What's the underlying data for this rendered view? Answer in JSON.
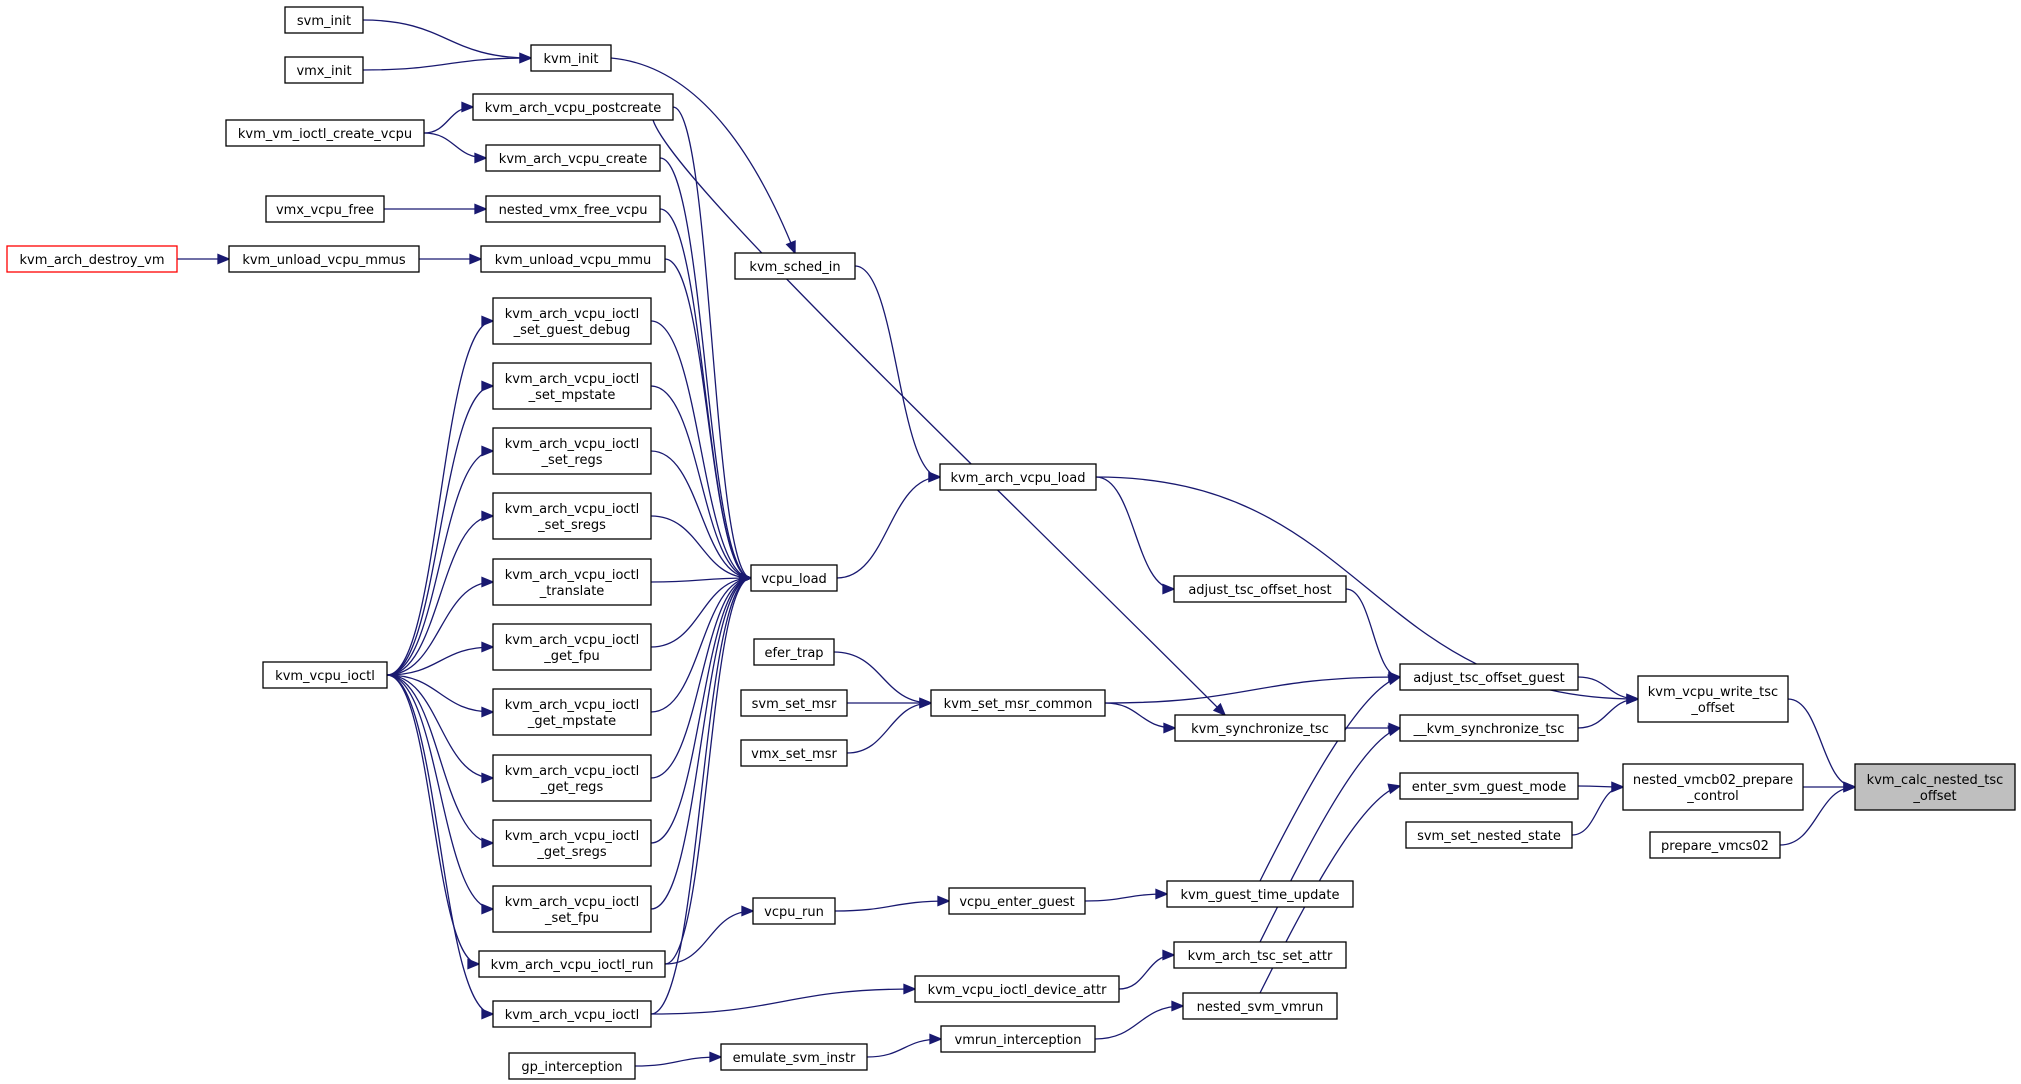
{
  "graph": {
    "colors": {
      "edge": "#191970",
      "node_border": "#000000",
      "truncated_border": "#ff0000",
      "highlight_fill": "#bfbfbf",
      "background": "#ffffff"
    },
    "nodes": [
      {
        "id": "svm_init",
        "lines": [
          "svm_init"
        ]
      },
      {
        "id": "vmx_init",
        "lines": [
          "vmx_init"
        ]
      },
      {
        "id": "kvm_init",
        "lines": [
          "kvm_init"
        ]
      },
      {
        "id": "kvm_vm_ioctl_create_vcpu",
        "lines": [
          "kvm_vm_ioctl_create_vcpu"
        ]
      },
      {
        "id": "kvm_arch_vcpu_postcreate",
        "lines": [
          "kvm_arch_vcpu_postcreate"
        ]
      },
      {
        "id": "kvm_arch_vcpu_create",
        "lines": [
          "kvm_arch_vcpu_create"
        ]
      },
      {
        "id": "vmx_vcpu_free",
        "lines": [
          "vmx_vcpu_free"
        ]
      },
      {
        "id": "nested_vmx_free_vcpu",
        "lines": [
          "nested_vmx_free_vcpu"
        ]
      },
      {
        "id": "kvm_arch_destroy_vm",
        "lines": [
          "kvm_arch_destroy_vm"
        ],
        "truncated": true
      },
      {
        "id": "kvm_unload_vcpu_mmus",
        "lines": [
          "kvm_unload_vcpu_mmus"
        ]
      },
      {
        "id": "kvm_unload_vcpu_mmu",
        "lines": [
          "kvm_unload_vcpu_mmu"
        ]
      },
      {
        "id": "kvm_sched_in",
        "lines": [
          "kvm_sched_in"
        ]
      },
      {
        "id": "ioctl_set_guest_debug",
        "lines": [
          "kvm_arch_vcpu_ioctl",
          "_set_guest_debug"
        ]
      },
      {
        "id": "ioctl_set_mpstate",
        "lines": [
          "kvm_arch_vcpu_ioctl",
          "_set_mpstate"
        ]
      },
      {
        "id": "ioctl_set_regs",
        "lines": [
          "kvm_arch_vcpu_ioctl",
          "_set_regs"
        ]
      },
      {
        "id": "ioctl_set_sregs",
        "lines": [
          "kvm_arch_vcpu_ioctl",
          "_set_sregs"
        ]
      },
      {
        "id": "ioctl_translate",
        "lines": [
          "kvm_arch_vcpu_ioctl",
          "_translate"
        ]
      },
      {
        "id": "ioctl_get_fpu",
        "lines": [
          "kvm_arch_vcpu_ioctl",
          "_get_fpu"
        ]
      },
      {
        "id": "ioctl_get_mpstate",
        "lines": [
          "kvm_arch_vcpu_ioctl",
          "_get_mpstate"
        ]
      },
      {
        "id": "ioctl_get_regs",
        "lines": [
          "kvm_arch_vcpu_ioctl",
          "_get_regs"
        ]
      },
      {
        "id": "ioctl_get_sregs",
        "lines": [
          "kvm_arch_vcpu_ioctl",
          "_get_sregs"
        ]
      },
      {
        "id": "ioctl_set_fpu",
        "lines": [
          "kvm_arch_vcpu_ioctl",
          "_set_fpu"
        ]
      },
      {
        "id": "kvm_arch_vcpu_ioctl_run",
        "lines": [
          "kvm_arch_vcpu_ioctl_run"
        ]
      },
      {
        "id": "kvm_arch_vcpu_ioctl",
        "lines": [
          "kvm_arch_vcpu_ioctl"
        ]
      },
      {
        "id": "kvm_vcpu_ioctl",
        "lines": [
          "kvm_vcpu_ioctl"
        ]
      },
      {
        "id": "vcpu_load",
        "lines": [
          "vcpu_load"
        ]
      },
      {
        "id": "kvm_arch_vcpu_load",
        "lines": [
          "kvm_arch_vcpu_load"
        ]
      },
      {
        "id": "adjust_tsc_offset_host",
        "lines": [
          "adjust_tsc_offset_host"
        ]
      },
      {
        "id": "efer_trap",
        "lines": [
          "efer_trap"
        ]
      },
      {
        "id": "svm_set_msr",
        "lines": [
          "svm_set_msr"
        ]
      },
      {
        "id": "vmx_set_msr",
        "lines": [
          "vmx_set_msr"
        ]
      },
      {
        "id": "kvm_set_msr_common",
        "lines": [
          "kvm_set_msr_common"
        ]
      },
      {
        "id": "kvm_synchronize_tsc",
        "lines": [
          "kvm_synchronize_tsc"
        ]
      },
      {
        "id": "adjust_tsc_offset_guest",
        "lines": [
          "adjust_tsc_offset_guest"
        ]
      },
      {
        "id": "__kvm_synchronize_tsc",
        "lines": [
          "__kvm_synchronize_tsc"
        ]
      },
      {
        "id": "enter_svm_guest_mode",
        "lines": [
          "enter_svm_guest_mode"
        ]
      },
      {
        "id": "svm_set_nested_state",
        "lines": [
          "svm_set_nested_state"
        ]
      },
      {
        "id": "kvm_vcpu_write_tsc_offset",
        "lines": [
          "kvm_vcpu_write_tsc",
          "_offset"
        ]
      },
      {
        "id": "nested_vmcb02_prepare_control",
        "lines": [
          "nested_vmcb02_prepare",
          "_control"
        ]
      },
      {
        "id": "prepare_vmcs02",
        "lines": [
          "prepare_vmcs02"
        ]
      },
      {
        "id": "kvm_calc_nested_tsc_offset",
        "lines": [
          "kvm_calc_nested_tsc",
          "_offset"
        ],
        "highlight": true
      },
      {
        "id": "vcpu_run",
        "lines": [
          "vcpu_run"
        ]
      },
      {
        "id": "vcpu_enter_guest",
        "lines": [
          "vcpu_enter_guest"
        ]
      },
      {
        "id": "kvm_guest_time_update",
        "lines": [
          "kvm_guest_time_update"
        ]
      },
      {
        "id": "kvm_arch_tsc_set_attr",
        "lines": [
          "kvm_arch_tsc_set_attr"
        ]
      },
      {
        "id": "kvm_vcpu_ioctl_device_attr",
        "lines": [
          "kvm_vcpu_ioctl_device_attr"
        ]
      },
      {
        "id": "nested_svm_vmrun",
        "lines": [
          "nested_svm_vmrun"
        ]
      },
      {
        "id": "vmrun_interception",
        "lines": [
          "vmrun_interception"
        ]
      },
      {
        "id": "emulate_svm_instr",
        "lines": [
          "emulate_svm_instr"
        ]
      },
      {
        "id": "gp_interception",
        "lines": [
          "gp_interception"
        ]
      }
    ],
    "edges": [
      [
        "svm_init",
        "kvm_init"
      ],
      [
        "vmx_init",
        "kvm_init"
      ],
      [
        "kvm_vm_ioctl_create_vcpu",
        "kvm_arch_vcpu_postcreate"
      ],
      [
        "kvm_vm_ioctl_create_vcpu",
        "kvm_arch_vcpu_create"
      ],
      [
        "vmx_vcpu_free",
        "nested_vmx_free_vcpu"
      ],
      [
        "kvm_arch_destroy_vm",
        "kvm_unload_vcpu_mmus"
      ],
      [
        "kvm_unload_vcpu_mmus",
        "kvm_unload_vcpu_mmu"
      ],
      [
        "kvm_init",
        "kvm_sched_in"
      ],
      [
        "kvm_arch_vcpu_postcreate",
        "vcpu_load"
      ],
      [
        "kvm_arch_vcpu_create",
        "vcpu_load"
      ],
      [
        "nested_vmx_free_vcpu",
        "vcpu_load"
      ],
      [
        "kvm_unload_vcpu_mmu",
        "vcpu_load"
      ],
      [
        "ioctl_set_guest_debug",
        "vcpu_load"
      ],
      [
        "ioctl_set_mpstate",
        "vcpu_load"
      ],
      [
        "ioctl_set_regs",
        "vcpu_load"
      ],
      [
        "ioctl_set_sregs",
        "vcpu_load"
      ],
      [
        "ioctl_translate",
        "vcpu_load"
      ],
      [
        "ioctl_get_fpu",
        "vcpu_load"
      ],
      [
        "ioctl_get_mpstate",
        "vcpu_load"
      ],
      [
        "ioctl_get_regs",
        "vcpu_load"
      ],
      [
        "ioctl_get_sregs",
        "vcpu_load"
      ],
      [
        "ioctl_set_fpu",
        "vcpu_load"
      ],
      [
        "kvm_arch_vcpu_ioctl_run",
        "vcpu_load"
      ],
      [
        "kvm_arch_vcpu_ioctl",
        "vcpu_load"
      ],
      [
        "kvm_vcpu_ioctl",
        "ioctl_set_guest_debug"
      ],
      [
        "kvm_vcpu_ioctl",
        "ioctl_set_mpstate"
      ],
      [
        "kvm_vcpu_ioctl",
        "ioctl_set_regs"
      ],
      [
        "kvm_vcpu_ioctl",
        "ioctl_set_sregs"
      ],
      [
        "kvm_vcpu_ioctl",
        "ioctl_translate"
      ],
      [
        "kvm_vcpu_ioctl",
        "ioctl_get_fpu"
      ],
      [
        "kvm_vcpu_ioctl",
        "ioctl_get_mpstate"
      ],
      [
        "kvm_vcpu_ioctl",
        "ioctl_get_regs"
      ],
      [
        "kvm_vcpu_ioctl",
        "ioctl_get_sregs"
      ],
      [
        "kvm_vcpu_ioctl",
        "ioctl_set_fpu"
      ],
      [
        "kvm_vcpu_ioctl",
        "kvm_arch_vcpu_ioctl_run"
      ],
      [
        "kvm_vcpu_ioctl",
        "kvm_arch_vcpu_ioctl"
      ],
      [
        "kvm_sched_in",
        "kvm_arch_vcpu_load"
      ],
      [
        "vcpu_load",
        "kvm_arch_vcpu_load"
      ],
      [
        "kvm_arch_vcpu_load",
        "adjust_tsc_offset_host"
      ],
      [
        "kvm_arch_vcpu_load",
        "kvm_vcpu_write_tsc_offset"
      ],
      [
        "efer_trap",
        "kvm_set_msr_common"
      ],
      [
        "svm_set_msr",
        "kvm_set_msr_common"
      ],
      [
        "vmx_set_msr",
        "kvm_set_msr_common"
      ],
      [
        "kvm_set_msr_common",
        "kvm_synchronize_tsc"
      ],
      [
        "kvm_set_msr_common",
        "adjust_tsc_offset_guest"
      ],
      [
        "kvm_arch_vcpu_postcreate",
        "kvm_synchronize_tsc"
      ],
      [
        "adjust_tsc_offset_host",
        "adjust_tsc_offset_guest"
      ],
      [
        "kvm_guest_time_update",
        "adjust_tsc_offset_guest"
      ],
      [
        "kvm_synchronize_tsc",
        "__kvm_synchronize_tsc"
      ],
      [
        "kvm_arch_tsc_set_attr",
        "__kvm_synchronize_tsc"
      ],
      [
        "adjust_tsc_offset_guest",
        "kvm_vcpu_write_tsc_offset"
      ],
      [
        "__kvm_synchronize_tsc",
        "kvm_vcpu_write_tsc_offset"
      ],
      [
        "enter_svm_guest_mode",
        "nested_vmcb02_prepare_control"
      ],
      [
        "svm_set_nested_state",
        "nested_vmcb02_prepare_control"
      ],
      [
        "nested_svm_vmrun",
        "enter_svm_guest_mode"
      ],
      [
        "kvm_vcpu_write_tsc_offset",
        "kvm_calc_nested_tsc_offset"
      ],
      [
        "nested_vmcb02_prepare_control",
        "kvm_calc_nested_tsc_offset"
      ],
      [
        "prepare_vmcs02",
        "kvm_calc_nested_tsc_offset"
      ],
      [
        "kvm_arch_vcpu_ioctl_run",
        "vcpu_run"
      ],
      [
        "vcpu_run",
        "vcpu_enter_guest"
      ],
      [
        "vcpu_enter_guest",
        "kvm_guest_time_update"
      ],
      [
        "kvm_vcpu_ioctl_device_attr",
        "kvm_arch_tsc_set_attr"
      ],
      [
        "kvm_arch_vcpu_ioctl",
        "kvm_vcpu_ioctl_device_attr"
      ],
      [
        "vmrun_interception",
        "nested_svm_vmrun"
      ],
      [
        "emulate_svm_instr",
        "vmrun_interception"
      ],
      [
        "gp_interception",
        "emulate_svm_instr"
      ]
    ]
  }
}
